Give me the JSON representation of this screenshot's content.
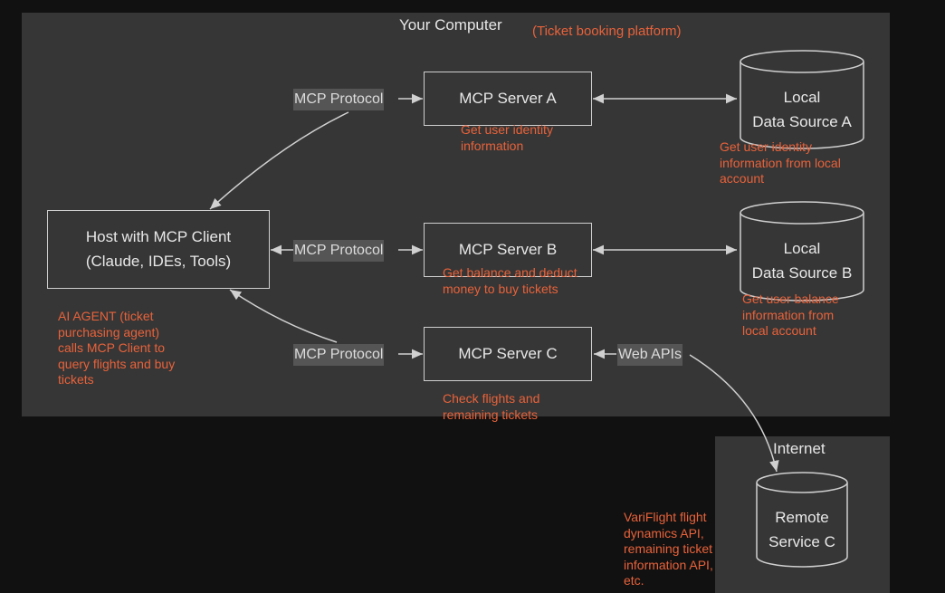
{
  "colors": {
    "background": "#111111",
    "panel": "#363636",
    "box_border": "#cfcfcf",
    "annotation": "#e8623a",
    "protocol_label_bg": "#555555"
  },
  "your_computer": {
    "title": "Your Computer",
    "subtitle": "(Ticket booking platform)"
  },
  "internet": {
    "title": "Internet"
  },
  "host": {
    "line1": "Host with MCP Client",
    "line2": "(Claude, IDEs, Tools)",
    "note": "AI AGENT (ticket\npurchasing agent)\ncalls MCP Client to\nquery flights and buy\ntickets"
  },
  "protocol_labels": [
    "MCP Protocol",
    "MCP Protocol",
    "MCP Protocol"
  ],
  "servers": [
    {
      "label": "MCP Server A",
      "note": "Get user identity\ninformation"
    },
    {
      "label": "MCP Server B",
      "note": "Get balance and deduct\nmoney to buy tickets"
    },
    {
      "label": "MCP Server C",
      "note": "Check flights and\nremaining tickets"
    }
  ],
  "web_apis": {
    "label": "Web APIs"
  },
  "data_sources": [
    {
      "label": "Local\nData Source A",
      "note": "Get user identity\ninformation from local\naccount"
    },
    {
      "label": "Local\nData Source B",
      "note": "Get user balance\ninformation from\nlocal account"
    }
  ],
  "remote": {
    "label": "Remote\nService C",
    "note": "VariFlight flight\ndynamics API,\nremaining ticket\ninformation API,\netc."
  }
}
